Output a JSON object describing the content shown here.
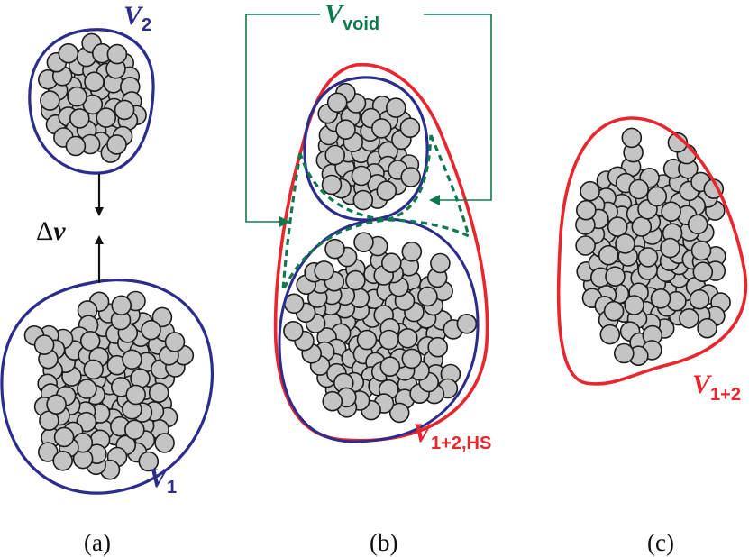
{
  "labels": {
    "v2": {
      "main": "V",
      "sub": "2"
    },
    "v1": {
      "main": "V",
      "sub": "1"
    },
    "void": {
      "main": "V",
      "sub": "void"
    },
    "hs": {
      "main": "V",
      "sub": "1+2,HS"
    },
    "v12": {
      "main": "V",
      "sub": "1+2"
    },
    "delta_v": {
      "delta": "Δ",
      "v": "v"
    },
    "panel_a": "(a)",
    "panel_b": "(b)",
    "panel_c": "(c)"
  },
  "colors": {
    "blue": "#2b2d8c",
    "red": "#e8262d",
    "green": "#0d7a4e",
    "particle_fill": "#c4c4c4",
    "particle_stroke": "#1b1b1b",
    "arrow": "#111111"
  }
}
